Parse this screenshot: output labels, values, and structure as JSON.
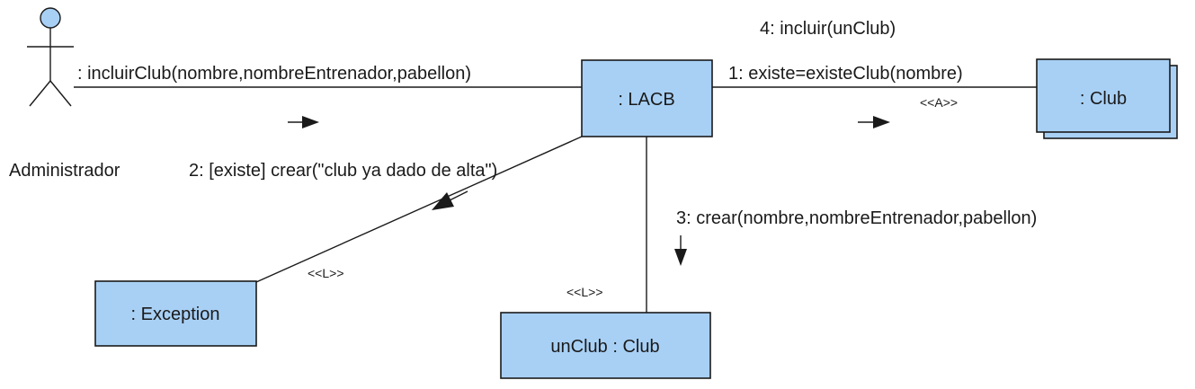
{
  "diagram": {
    "actor": {
      "name": "Administrador",
      "icon": "stick-figure-actor-icon"
    },
    "objects": {
      "lacb": ": LACB",
      "club_multi": ": Club",
      "exception": ": Exception",
      "unclub": "unClub : Club"
    },
    "messages": {
      "incluir_club": ": incluirClub(nombre,nombreEntrenador,pabellon)",
      "existe": "1: existe=existeClub(nombre)",
      "incluir": "4: incluir(unClub)",
      "crear_exception": "2: [existe] crear(\"club ya dado de alta\")",
      "crear_club": "3: crear(nombre,nombreEntrenador,pabellon)"
    },
    "stereotypes": {
      "assoc_club": "<<A>>",
      "local_exception": "<<L>>",
      "local_unclub": "<<L>>"
    },
    "colors": {
      "object_fill": "#a8d0f5",
      "stroke": "#1a1a1a"
    }
  }
}
